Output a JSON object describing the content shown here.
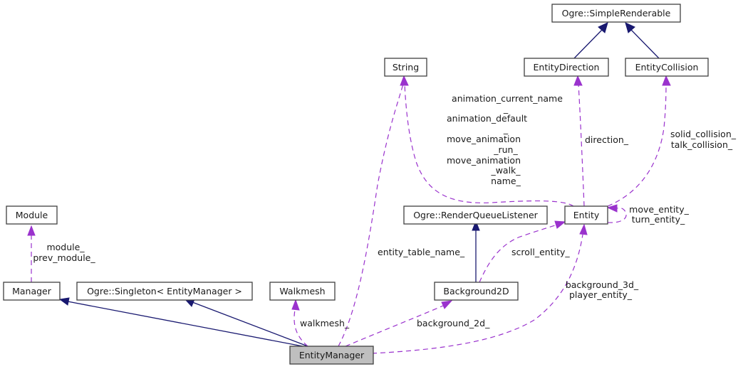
{
  "diagram": {
    "type": "collaboration-graph",
    "colors": {
      "inheritance_edge": "#191970",
      "usage_edge": "#9a32cd",
      "focus_node_fill": "#bfbfbf",
      "node_border": "#404040"
    },
    "nodes": {
      "simple_renderable": "Ogre::SimpleRenderable",
      "string": "String",
      "entity_direction": "EntityDirection",
      "entity_collision": "EntityCollision",
      "module": "Module",
      "render_queue_listener": "Ogre::RenderQueueListener",
      "entity": "Entity",
      "manager": "Manager",
      "singleton": "Ogre::Singleton< EntityManager >",
      "walkmesh": "Walkmesh",
      "background2d": "Background2D",
      "entity_manager": "EntityManager"
    },
    "edge_labels": {
      "entity_to_string": [
        "animation_current_name",
        "_",
        "animation_default",
        "_",
        "move_animation",
        "_run_",
        "move_animation",
        "_walk_",
        "name_"
      ],
      "direction": "direction_",
      "collision": [
        "solid_collision_",
        "talk_collision_"
      ],
      "self_entity": [
        "move_entity_",
        "turn_entity_"
      ],
      "module": [
        "module_",
        "prev_module_"
      ],
      "entity_table_name": "entity_table_name_",
      "scroll_entity": "scroll_entity_",
      "background_3d": [
        "background_3d_",
        "player_entity_"
      ],
      "walkmesh": "walkmesh_",
      "background_2d": "background_2d_"
    }
  }
}
